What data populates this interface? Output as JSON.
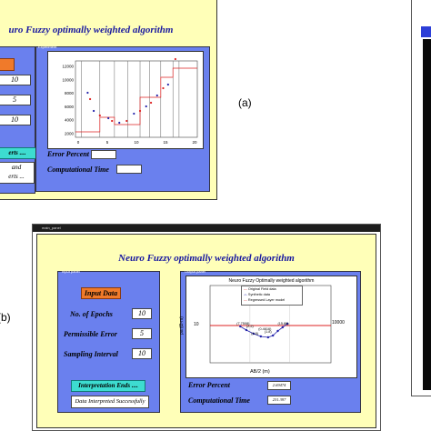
{
  "figure": {
    "label_a": "(a)",
    "label_b": "(b)"
  },
  "window_a": {
    "title": "uro Fuzzy optimally weighted algorithm",
    "fields": [
      "10",
      "5",
      "10"
    ],
    "interp_button": "erts ....",
    "status_lines": [
      "and",
      "erts ..."
    ],
    "panel_tag": "Experiment",
    "error_percent_label": "Error Percent",
    "computational_time_label": "Computational Time",
    "error_percent_value": "",
    "computational_time_value": "",
    "chart": {
      "y_ticks": [
        "12000",
        "10000",
        "8000",
        "6000",
        "4000",
        "2000"
      ],
      "x_ticks": [
        "0",
        "5",
        "10",
        "15",
        "20"
      ]
    }
  },
  "window_b": {
    "titlebar": "main_panel",
    "title": "Neuro Fuzzy optimally weighted algorithm",
    "left_panel_tag": "Input panel",
    "right_panel_tag": "Output panel",
    "input_button": "Input Data",
    "epochs_label": "No. of Epochs",
    "epochs_value": "10",
    "error_label": "Permissible Error",
    "error_value": "5",
    "sampling_label": "Sampling Interval",
    "sampling_value": "10",
    "interp_button": "Interpretation Ends ....",
    "status_text": "Data Interpreted Successfully",
    "error_percent_label": "Error Percent",
    "error_percent_value": "2.69474",
    "computational_time_label": "Computational Time",
    "computational_time_value": "231.397",
    "chart": {
      "title": "Neuro Fuzzy Optimally weighted algorithm",
      "legend": [
        "Original Field data",
        "Synthetic data",
        "Regressed Layer model"
      ],
      "ylabel": "ρa (Ω-m)",
      "xlabel": "AB/2 (m)",
      "y_tick_left": "10",
      "y_tick_right": "10000",
      "annotations": [
        "(7.7508)",
        "(2.2)",
        "(0.4616)",
        "(1.8)",
        "(15.86)",
        "(4.8)"
      ]
    }
  },
  "colors": {
    "window_bg": "#ffffb8",
    "panel": "#6a80ee",
    "orange_button": "#f07a2a",
    "teal_button": "#3ddcd0",
    "title_text": "#1a1aa0"
  }
}
